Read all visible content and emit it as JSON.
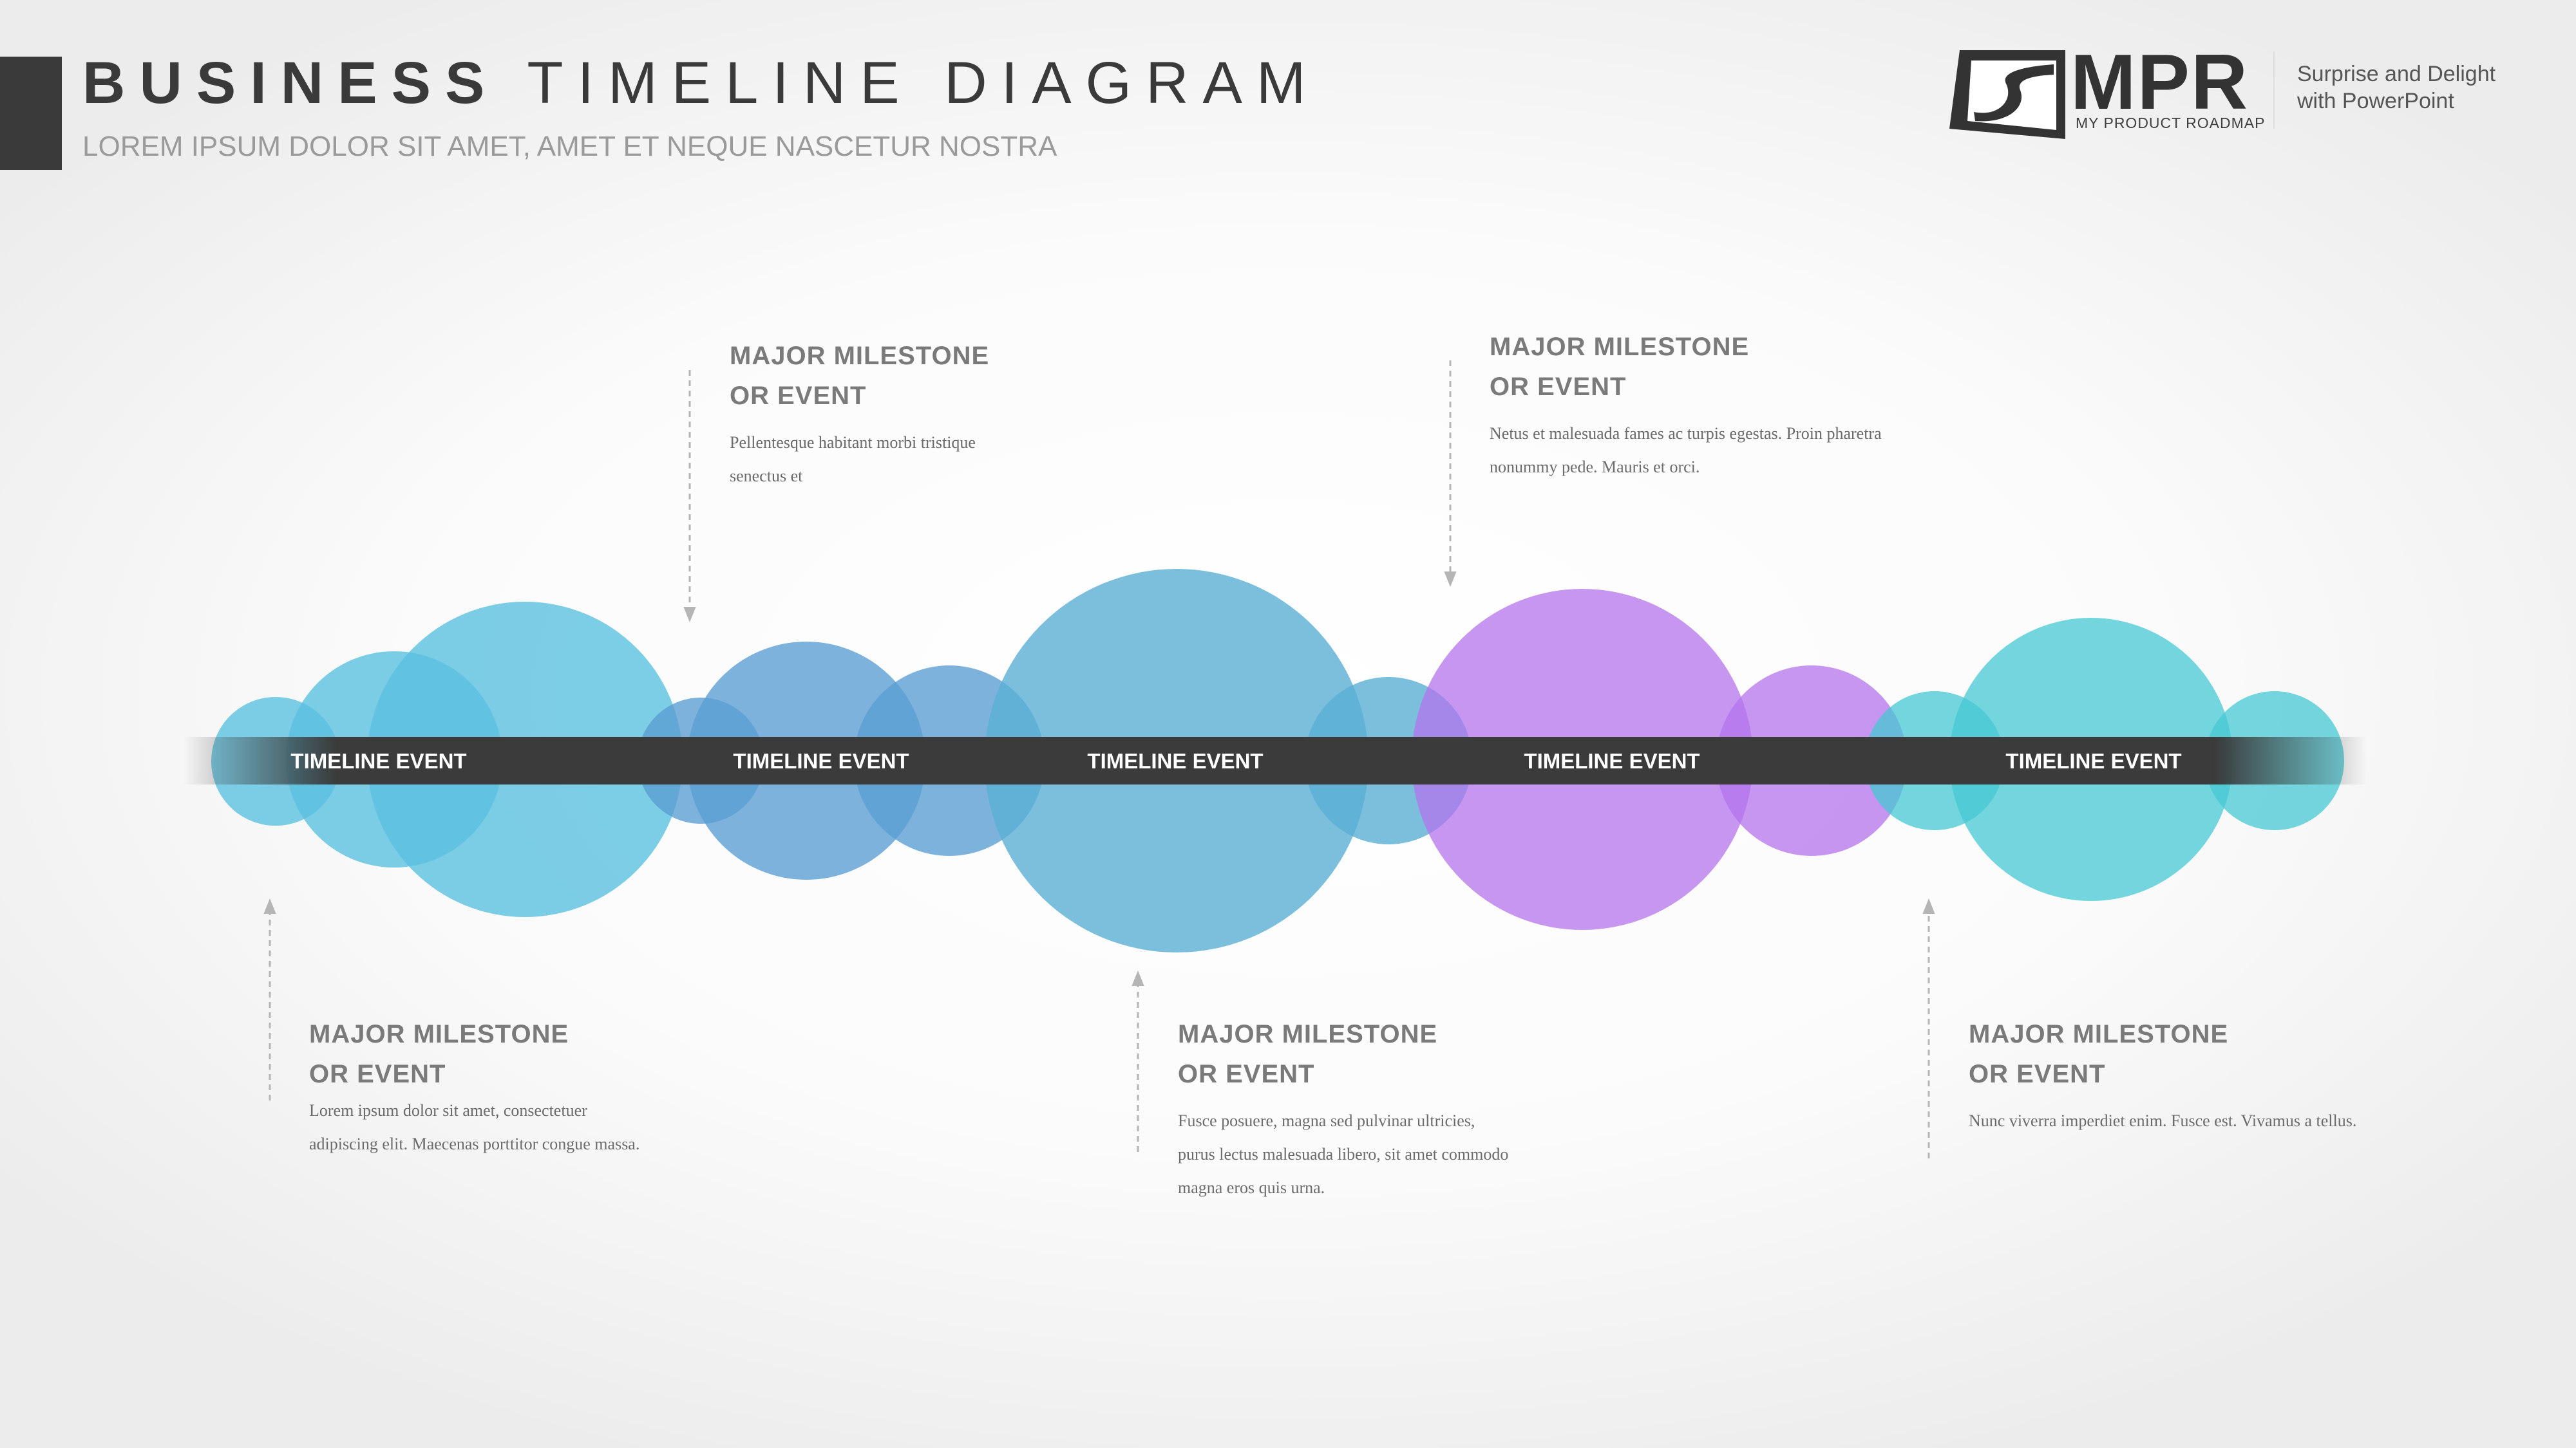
{
  "header": {
    "title_bold": "BUSINESS",
    "title_rest": "TIMELINE DIAGRAM",
    "subtitle": "LOREM IPSUM DOLOR SIT AMET, AMET ET NEQUE NASCETUR NOSTRA"
  },
  "brand": {
    "name": "MPR",
    "full_name": "MY PRODUCT ROADMAP",
    "tagline_line1": "Surprise and Delight",
    "tagline_line2": "with PowerPoint"
  },
  "timeline": {
    "events": [
      "TIMELINE EVENT",
      "TIMELINE EVENT",
      "TIMELINE EVENT",
      "TIMELINE EVENT",
      "TIMELINE EVENT"
    ]
  },
  "milestones": [
    {
      "title_line1": "MAJOR MILESTONE",
      "title_line2": "OR EVENT",
      "body": "Pellentesque habitant morbi tristique senectus et"
    },
    {
      "title_line1": "MAJOR MILESTONE",
      "title_line2": "OR EVENT",
      "body": "Netus et malesuada fames ac turpis egestas. Proin pharetra nonummy pede. Mauris et orci."
    },
    {
      "title_line1": "MAJOR MILESTONE",
      "title_line2": "OR EVENT",
      "body": "Lorem ipsum dolor sit amet, consectetuer adipiscing elit. Maecenas porttitor congue massa."
    },
    {
      "title_line1": "MAJOR MILESTONE",
      "title_line2": "OR EVENT",
      "body": "Fusce posuere, magna sed pulvinar ultricies, purus lectus malesuada libero, sit amet commodo magna eros quis urna."
    },
    {
      "title_line1": "MAJOR MILESTONE",
      "title_line2": "OR EVENT",
      "body": "Nunc viverra imperdiet enim. Fusce est. Vivamus a tellus."
    }
  ],
  "colors": {
    "sky": "#5bc0e0",
    "steel_blue": "#5b9fd3",
    "light_blue": "#5aafd4",
    "purple": "#b373ec",
    "teal": "#45c8d3",
    "band": "#3b3b3b",
    "arrow": "#b5b5b5"
  }
}
